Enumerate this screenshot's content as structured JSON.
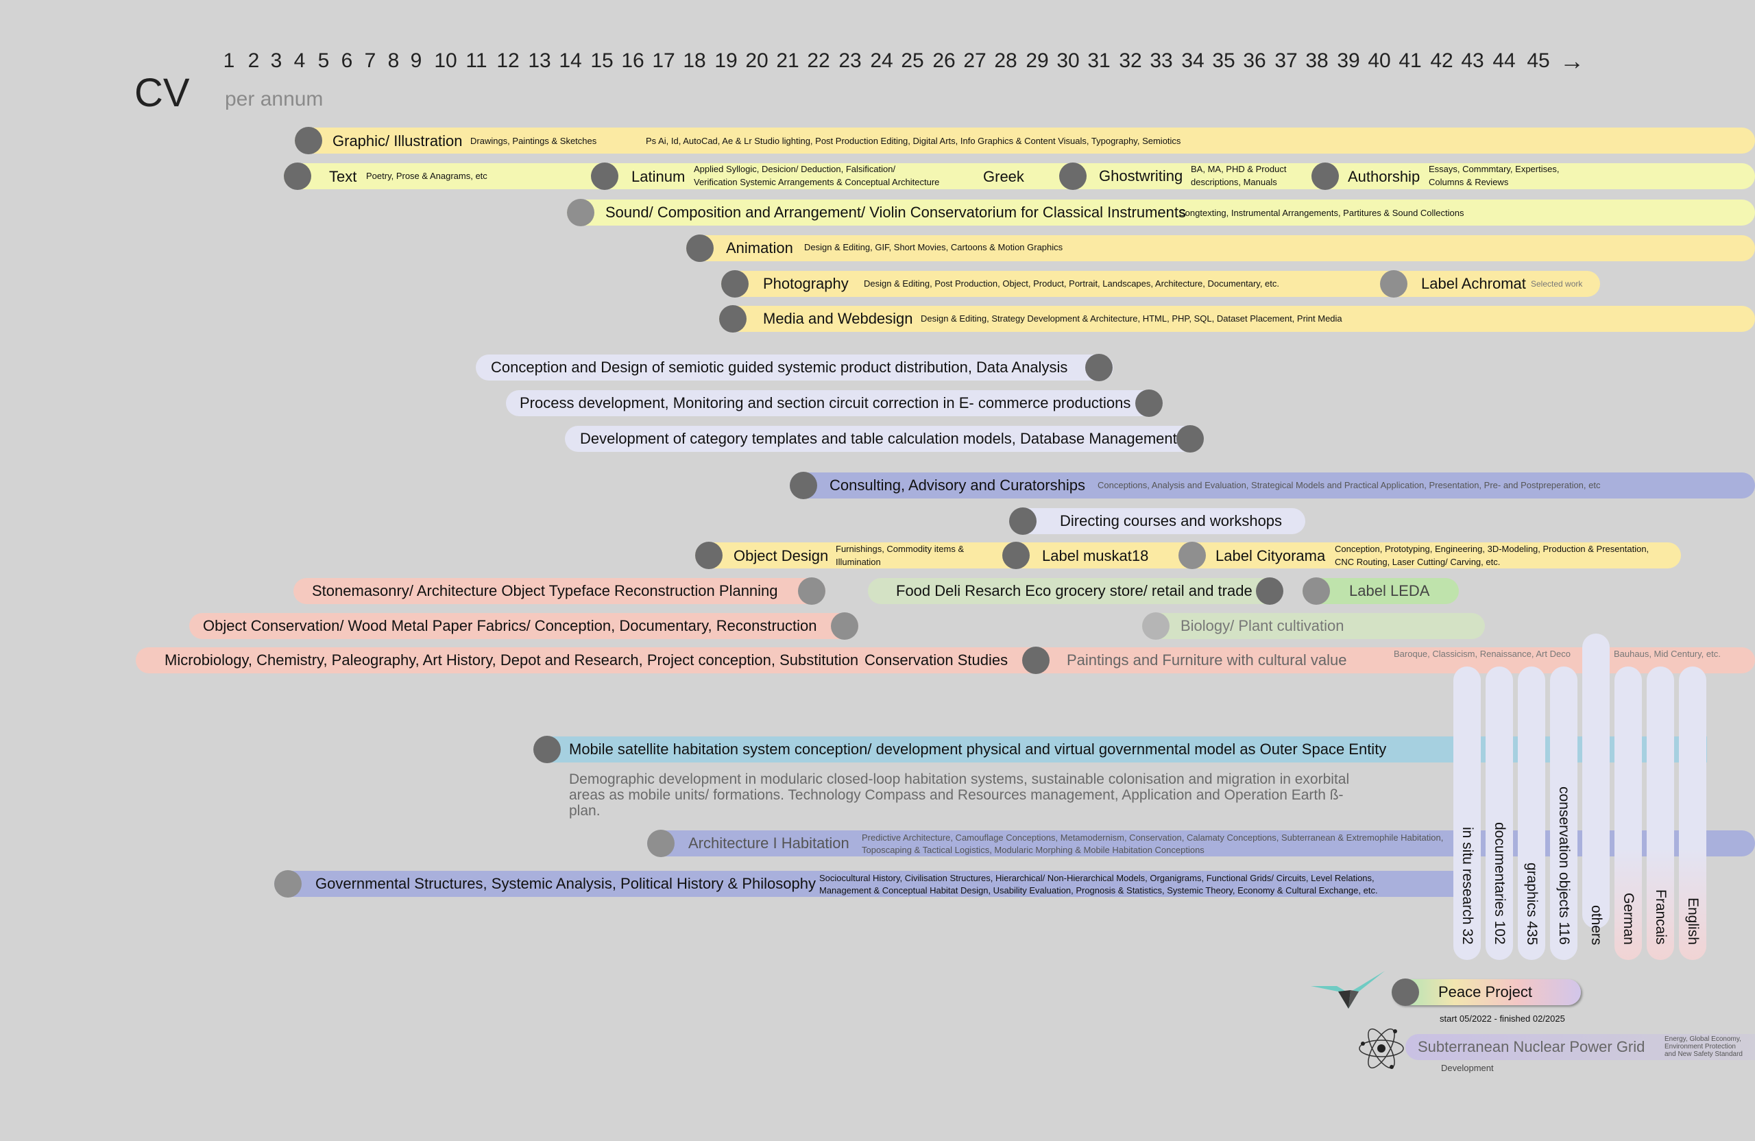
{
  "header": {
    "title": "CV",
    "subtitle": "per annum",
    "axis_numbers": [
      "1",
      "2",
      "3",
      "4",
      "5",
      "6",
      "7",
      "8",
      "9",
      "10",
      "11",
      "12",
      "13",
      "14",
      "15",
      "16",
      "17",
      "18",
      "19",
      "20",
      "21",
      "22",
      "23",
      "24",
      "25",
      "26",
      "27",
      "28",
      "29",
      "30",
      "31",
      "32",
      "33",
      "34",
      "35",
      "36",
      "37",
      "38",
      "39",
      "40",
      "41",
      "42",
      "43",
      "44",
      "45"
    ],
    "axis_arrow": "→"
  },
  "skills": {
    "graphic": {
      "label": "Graphic/ Illustration",
      "note1": "Drawings, Paintings & Sketches",
      "note2": "Ps Ai, Id, AutoCad, Ae  & Lr  Studio lighting, Post Production Editing, Digital Arts, Info Graphics & Content Visuals, Typography, Semiotics"
    },
    "text": {
      "label": "Text",
      "note": "Poetry, Prose & Anagrams, etc"
    },
    "latinum": {
      "label": "Latinum",
      "note_line1": "Applied Syllogic, Desicion/ Deduction, Falsification/",
      "note_line2": "Verification Systemic Arrangements & Conceptual Architecture"
    },
    "greek": {
      "label": "Greek"
    },
    "ghostwriting": {
      "label": "Ghostwriting",
      "note_line1": "BA, MA, PHD &  Product",
      "note_line2": "descriptions, Manuals"
    },
    "authorship": {
      "label": "Authorship",
      "note_line1": "Essays, Commmtary, Expertises,",
      "note_line2": "Columns & Reviews"
    },
    "sound": {
      "label": "Sound/ Composition and Arrangement/ Violin Conservatorium for Classical Instruments",
      "note": "Songtexting, Instrumental Arrangements, Partitures & Sound Collections"
    },
    "animation": {
      "label": "Animation",
      "note": "Design & Editing, GIF, Short Movies, Cartoons & Motion Graphics"
    },
    "photography": {
      "label": "Photography",
      "note": "Design & Editing, Post Production, Object, Product, Portrait, Landscapes, Architecture, Documentary, etc."
    },
    "achromat": {
      "label": "Label Achromat",
      "note": "Selected work"
    },
    "media": {
      "label": "Media and Webdesign",
      "note": "Design  & Editing, Strategy Development & Architecture, HTML, PHP, SQL, Dataset Placement, Print Media"
    }
  },
  "work": {
    "conception": "Conception and Design of semiotic guided systemic product distribution, Data Analysis",
    "process": "Process development, Monitoring and section circuit correction in E- commerce productions",
    "templates": "Development of category templates and table calculation models, Database Management",
    "consulting": {
      "label": "Consulting, Advisory and Curatorships",
      "note": "Conceptions, Analysis and Evaluation, Strategical Models and Practical Application, Presentation, Pre- and Postpreperation, etc"
    },
    "directing": "Directing courses and workshops",
    "object_design": {
      "label": "Object Design",
      "note_line1": "Furnishings, Commodity items &",
      "note_line2": "Illumination"
    },
    "muskat": "Label muskat18",
    "cityorama": {
      "label": "Label Cityorama",
      "note_line1": "Conception, Prototyping, Engineering, 3D-Modeling, Production & Presentation,",
      "note_line2": "CNC Routing, Laser Cutting/ Carving, etc."
    },
    "stonemasonry": "Stonemasonry/ Architecture Object Typeface Reconstruction Planning",
    "food": "Food Deli Resarch Eco grocery store/ retail and trade",
    "leda": "Label LEDA",
    "object_conservation": "Object Conservation/ Wood Metal Paper Fabrics/ Conception, Documentary, Reconstruction",
    "biology": "Biology/ Plant cultivation",
    "microbiology": "Microbiology, Chemistry, Paleography, Art History, Depot and Research, Project conception, Substitution",
    "conservation_studies": "Conservation Studies",
    "paintings": "Paintings and Furniture with cultural value",
    "baroque": "Baroque, Classicism, Renaissance, Art Deco",
    "bauhaus": "Bauhaus, Mid Century, etc."
  },
  "space": {
    "mobile": "Mobile satellite habitation system conception/ development physical and virtual governmental model as Outer Space Entity",
    "demographic": "Demographic development in modularic closed-loop habitation systems, sustainable colonisation and migration in exorbital areas as mobile units/ formations. Technology Compass and Resources management, Application and Operation Earth ß- plan.",
    "architecture": {
      "label": "Architecture I Habitation",
      "note_line1": "Predictive Architecture, Camouflage Conceptions, Metamodernism, Conservation, Calamaty Conceptions, Subterranean & Extremophile Habitation,",
      "note_line2": "Toposcaping & Tactical Logistics, Modularic Morphing & Mobile Habitation Conceptions"
    },
    "governmental": {
      "label": "Governmental Structures, Systemic Analysis, Political History & Philosophy",
      "note_line1": "Sociocultural History, Civilisation Structures, Hierarchical/ Non-Hierarchical Models, Organigrams, Functional Grids/ Circuits, Level Relations,",
      "note_line2": "Management & Conceptual Habitat Design, Usability Evaluation, Prognosis & Statistics, Systemic Theory, Economy & Cultural Exchange, etc."
    }
  },
  "columns": [
    "in situ research 32",
    "documentaries 102",
    "graphics 435",
    "conservation objects 116",
    "others",
    "German",
    "Francais",
    "English"
  ],
  "projects": {
    "peace": {
      "label": "Peace Project",
      "dates": "start 05/2022 - finished 02/2025"
    },
    "nuclear": {
      "label": "Subterranean Nuclear Power Grid",
      "status": "Development",
      "note_line1": "Energy, Global Economy,",
      "note_line2": "Environment Protection",
      "note_line3": "and New Safety Standard"
    }
  },
  "colors": {
    "background": "#d3d3d3",
    "yellow": "#fbeaa3",
    "lime": "#f4f7b2",
    "lavender": "#e3e4f3",
    "periwinkle": "#a9b0dc",
    "salmon": "#f5c9bf",
    "sage": "#d4e2c5",
    "green": "#bfe3ac",
    "teal": "#a6d0e0",
    "dot": "#6b6b6b"
  }
}
